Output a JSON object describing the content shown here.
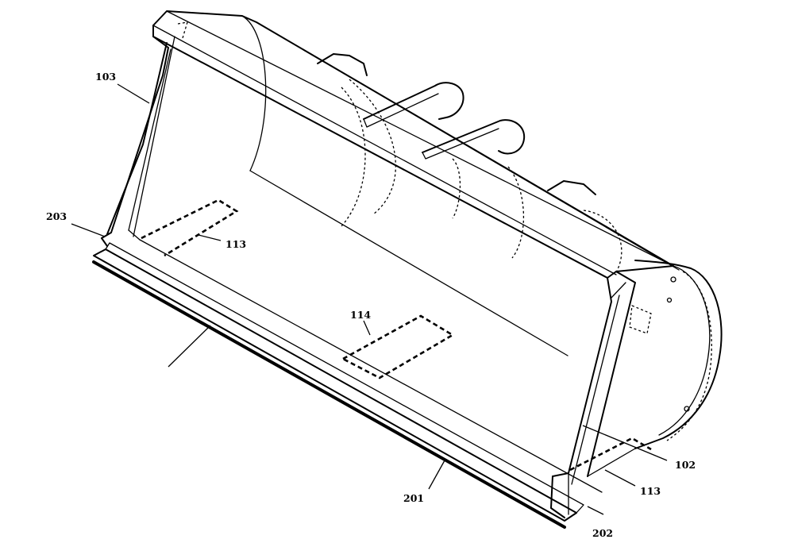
{
  "figure": {
    "labels": {
      "l103": "103",
      "l203": "203",
      "l113a": "113",
      "l114": "114",
      "l102": "102",
      "l113b": "113",
      "l201": "201",
      "l202": "202"
    }
  }
}
